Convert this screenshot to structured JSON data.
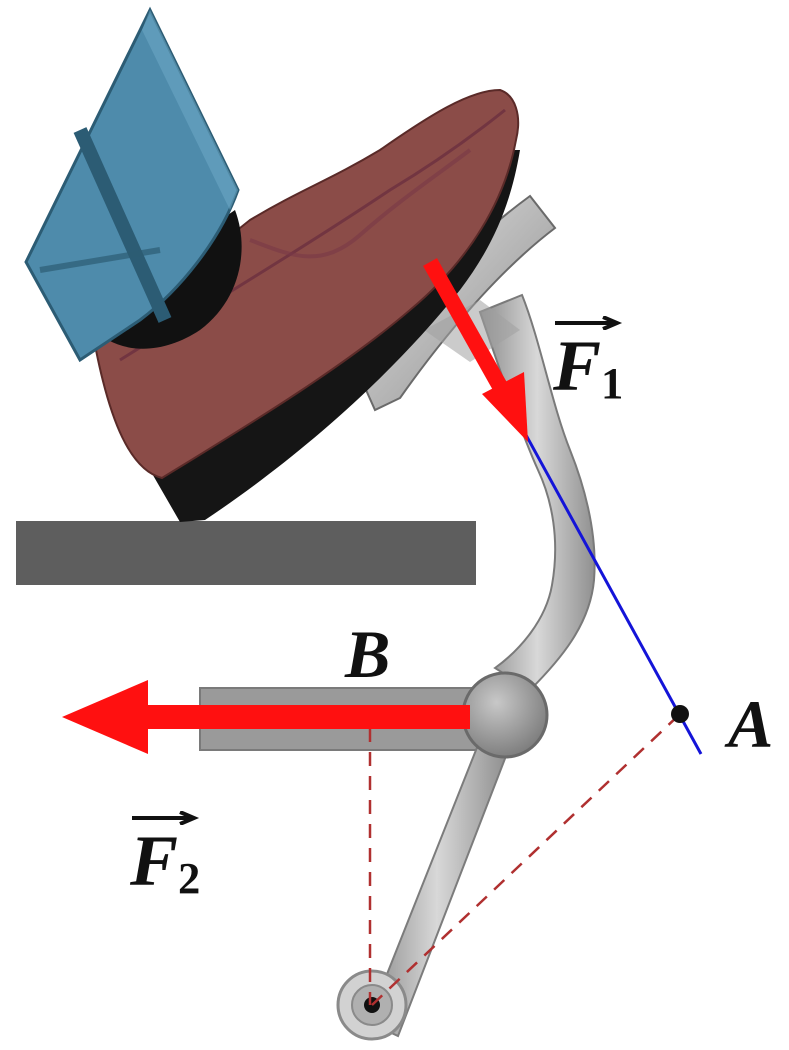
{
  "labels": {
    "f1_letter": "F",
    "f1_sub": "1",
    "f2_letter": "F",
    "f2_sub": "2",
    "point_a": "A",
    "point_b": "B"
  },
  "colors": {
    "force": "#ff1010",
    "line_of_action": "#1414d8",
    "moment_arm": "#b03030",
    "shoe": "#8b4c48",
    "shoe_sole": "#151515",
    "pedal_body": "#4e8bab",
    "pedal_dark": "#2c5c74",
    "lever": "#a8a8a8",
    "floor": "#5e5e5e"
  }
}
